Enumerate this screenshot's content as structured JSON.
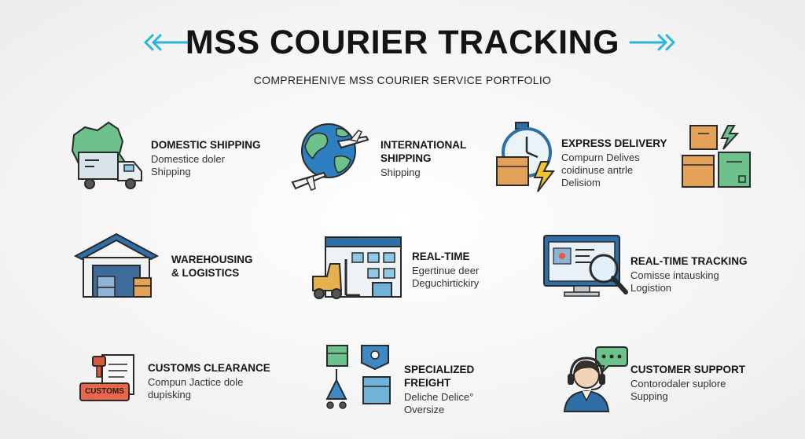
{
  "header": {
    "title": "MSS COURIER TRACKING",
    "subtitle": "COMPREHENIVE MSS COURIER SERVICE PORTFOLIO"
  },
  "colors": {
    "accent": "#2bb6d8",
    "green": "#6cc28a",
    "blue": "#2d6fa6",
    "orange": "#e69a45",
    "red": "#e25a3f",
    "outline": "#2a2a2a"
  },
  "services": [
    {
      "name": "DOMESTIC SHIPPING",
      "desc": "Domestice doler\nShipping",
      "icon": "map-truck-icon"
    },
    {
      "name": "INTERNATIONAL\nSHIPPING",
      "desc": "Shipping",
      "icon": "globe-plane-icon"
    },
    {
      "name": "EXPRESS DELIVERY",
      "desc": "Compurn Delives\ncoidinuse antrle\nDelisiom",
      "icon": "stopwatch-box-icon"
    },
    {
      "name": "WAREHOUSING\n& LOGISTICS",
      "desc": "",
      "icon": "warehouse-icon"
    },
    {
      "name": "REAL-TIME",
      "desc": "Egertinue deer\nDeguchirtickiry",
      "icon": "forklift-building-icon"
    },
    {
      "name": "REAL-TIME TRACKING",
      "desc": "Comisse intausking\nLogistion",
      "icon": "monitor-magnifier-icon"
    },
    {
      "name": "CUSTOMS CLEARANCE",
      "desc": "Compun Jactice dole\ndupisking",
      "icon": "customs-stamp-icon"
    },
    {
      "name": "SPECIALIZED FREIGHT",
      "desc": "Deliche Delice°\nOversize",
      "icon": "crane-boxes-icon"
    },
    {
      "name": "CUSTOMER SUPPORT",
      "desc": "Contorodaler suplore\nSupping",
      "icon": "headset-agent-icon"
    }
  ],
  "stamp_label": "CUSTOMS"
}
